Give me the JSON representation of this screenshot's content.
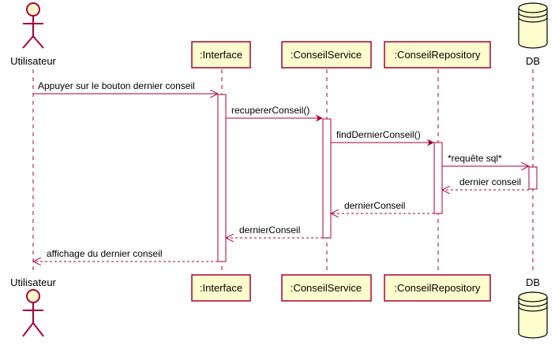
{
  "colors": {
    "participant_fill": "#FEFECE",
    "participant_border": "#A80036",
    "lifeline": "#A80036",
    "arrow": "#A80036",
    "activation_fill": "#FFFFFF"
  },
  "participants": [
    {
      "id": "user",
      "kind": "actor",
      "label": "Utilisateur"
    },
    {
      "id": "iface",
      "kind": "participant",
      "label": ":Interface"
    },
    {
      "id": "svc",
      "kind": "participant",
      "label": ":ConseilService"
    },
    {
      "id": "repo",
      "kind": "participant",
      "label": ":ConseilRepository"
    },
    {
      "id": "db",
      "kind": "database",
      "label": "DB"
    }
  ],
  "messages": [
    {
      "from": "user",
      "to": "iface",
      "label": "Appuyer sur le bouton dernier conseil",
      "style": "async"
    },
    {
      "from": "iface",
      "to": "svc",
      "label": "recupererConseil()",
      "style": "sync"
    },
    {
      "from": "svc",
      "to": "repo",
      "label": "findDernierConseil()",
      "style": "sync"
    },
    {
      "from": "repo",
      "to": "db",
      "label": "*requête sql*",
      "style": "async"
    },
    {
      "from": "db",
      "to": "repo",
      "label": "dernier conseil",
      "style": "return"
    },
    {
      "from": "repo",
      "to": "svc",
      "label": "dernierConseil",
      "style": "return"
    },
    {
      "from": "svc",
      "to": "iface",
      "label": "dernierConseil",
      "style": "return"
    },
    {
      "from": "iface",
      "to": "user",
      "label": "affichage du dernier conseil",
      "style": "return"
    }
  ]
}
